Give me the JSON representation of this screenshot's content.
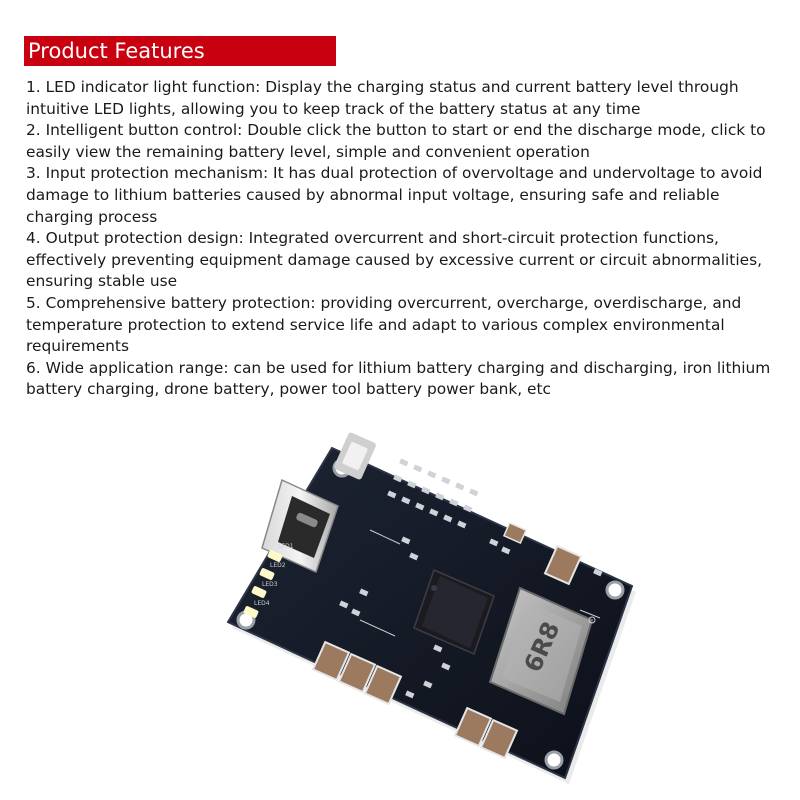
{
  "header": {
    "title": "Product Features",
    "bar_color": "#c8000f"
  },
  "features": [
    "1. LED indicator light function: Display the charging status and current battery level through intuitive LED lights, allowing you to keep track of the battery status at any time",
    "2. Intelligent button control: Double click the button to start or end the discharge mode, click to easily view the remaining battery level, simple and convenient operation",
    "3. Input protection mechanism: It has dual protection of overvoltage and undervoltage to avoid damage to lithium batteries caused by abnormal input voltage, ensuring safe and reliable charging process",
    "4. Output protection design: Integrated overcurrent and short-circuit protection functions, effectively preventing equipment damage caused by excessive current or circuit abnormalities, ensuring stable use",
    "5. Comprehensive battery protection: providing overcurrent, overcharge, overdischarge, and temperature protection to extend service life and adapt to various complex environmental requirements",
    "6. Wide application range: can be used for lithium battery charging and discharging, iron lithium battery charging, drone battery, power tool battery power bank, etc"
  ],
  "product": {
    "inductor_label": "6R8",
    "led_labels": [
      "LED1",
      "LED2",
      "LED3",
      "LED4"
    ],
    "board_color": "#141a26"
  }
}
